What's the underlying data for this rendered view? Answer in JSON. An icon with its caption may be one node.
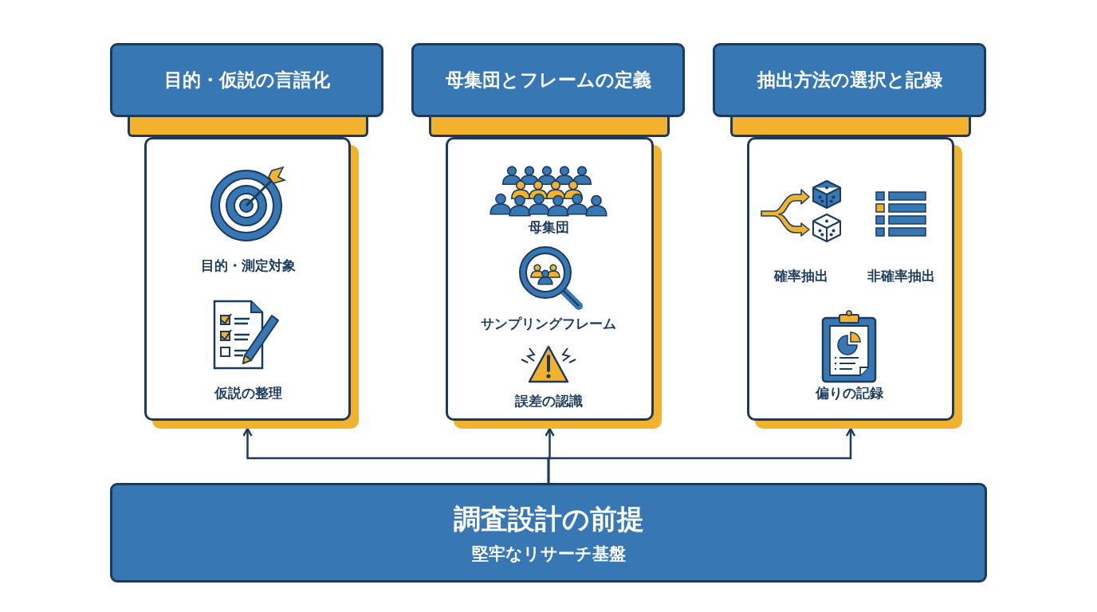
{
  "diagram": {
    "nodes": [
      {
        "text": [
          "目的・仮説の言語化"
        ]
      },
      {
        "text": [
          "目的・測定対象",
          "仮説の整理"
        ]
      },
      {
        "text": [
          "母集団とフレームの定義"
        ]
      },
      {
        "text": [
          "母集団",
          "サンプリングフレーム",
          "誤差の認識"
        ]
      },
      {
        "text": [
          "抽出方法の選択と記録"
        ]
      },
      {
        "text": [
          "確率抽出",
          "非確率抽出",
          "偏りの記録"
        ]
      },
      {
        "text": [
          "調査設計の前提",
          "堅牢なリサーチ基盤"
        ]
      }
    ],
    "edges": [
      {
        "from": 6,
        "to": 1,
        "arrow": "to"
      },
      {
        "from": 6,
        "to": 3,
        "arrow": "to"
      },
      {
        "from": 6,
        "to": 5,
        "arrow": "to"
      }
    ]
  }
}
